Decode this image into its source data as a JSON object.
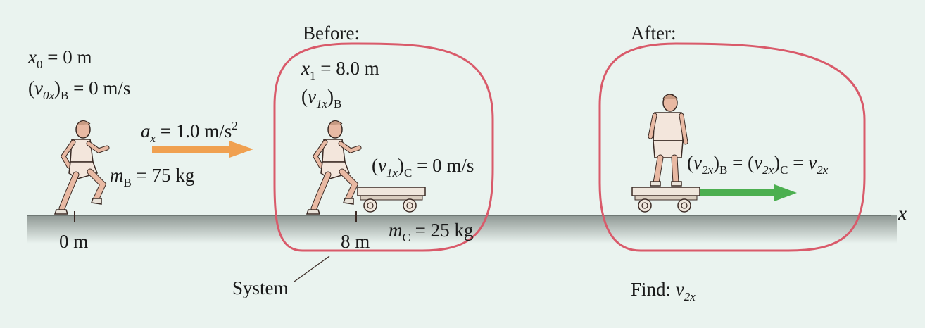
{
  "headings": {
    "before": "Before:",
    "after": "After:"
  },
  "start": {
    "x0_sym": "x",
    "x0_sub": "0",
    "x0_val": " = 0 m",
    "v0_open": "(",
    "v0_sym": "v",
    "v0_sub": "0x",
    "v0_close": ")",
    "v0_body": "B",
    "v0_val": " = 0 m/s",
    "ax_sym": "a",
    "ax_sub": "x",
    "ax_val": " = 1.0 m/s",
    "ax_exp": "2",
    "mb_sym": "m",
    "mb_sub": "B",
    "mb_val": " = 75 kg"
  },
  "before": {
    "x1_sym": "x",
    "x1_sub": "1",
    "x1_val": " = 8.0 m",
    "v1b_open": "(",
    "v1b_sym": "v",
    "v1b_sub": "1x",
    "v1b_close": ")",
    "v1b_body": "B",
    "v1c_open": "(",
    "v1c_sym": "v",
    "v1c_sub": "1x",
    "v1c_close": ")",
    "v1c_body": "C",
    "v1c_val": " = 0 m/s",
    "mc_sym": "m",
    "mc_sub": "C",
    "mc_val": " = 25 kg"
  },
  "after": {
    "p1": "(",
    "v1": "v",
    "s1": "2x",
    "c1": ")",
    "b1": "B",
    "eq1": " = (",
    "v2": "v",
    "s2": "2x",
    "c2": ")",
    "b2": "C",
    "eq2": " = ",
    "v3": "v",
    "s3": "2x"
  },
  "axis": {
    "label": "x",
    "tick0": "0 m",
    "tick8": "8 m"
  },
  "system_label": "System",
  "find": {
    "text": "Find: ",
    "sym": "v",
    "sub": "2x"
  },
  "colors": {
    "background": "#eaf3ef",
    "system_outline": "#d95a6a",
    "accel_arrow": "#f0a050",
    "velocity_arrow": "#4caf50",
    "ground": "#9aa39f",
    "skin": "#e8b9a3",
    "clothes": "#f3e6dc",
    "outline": "#3a2a24"
  }
}
